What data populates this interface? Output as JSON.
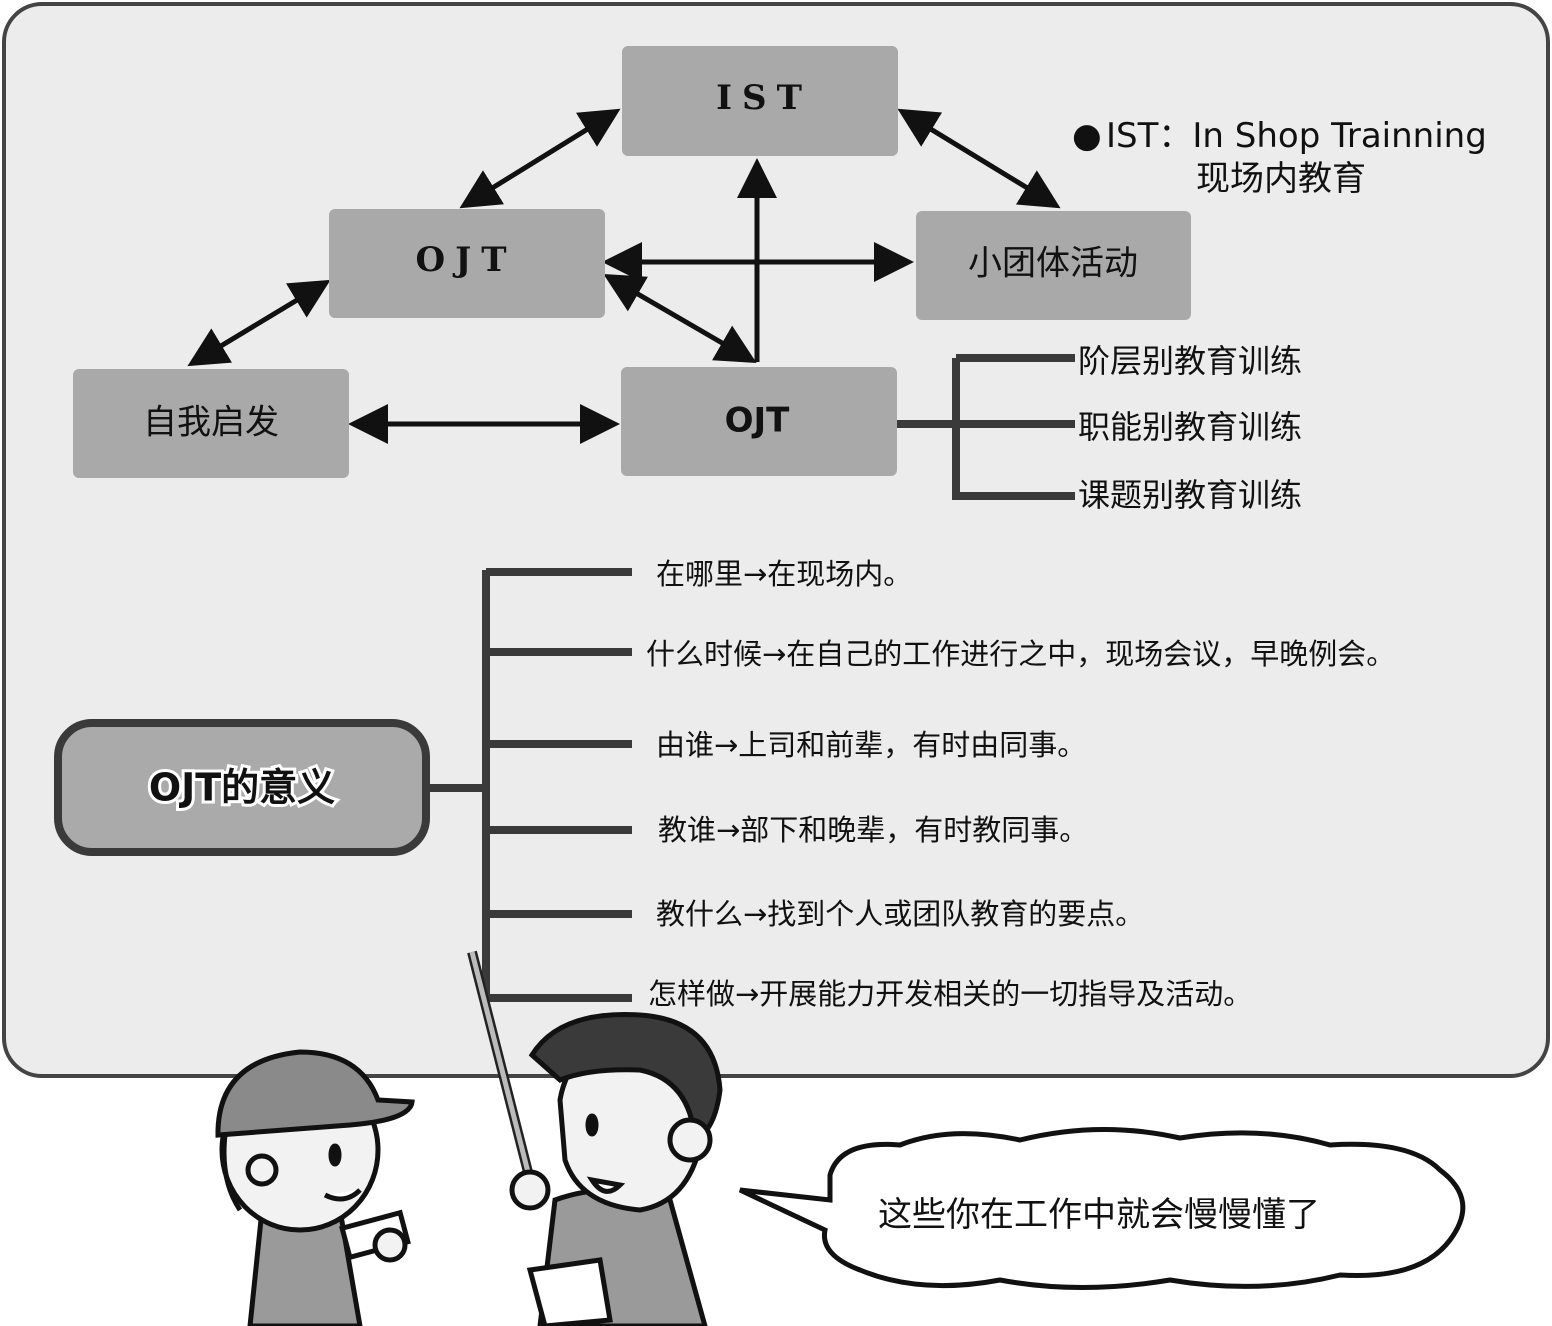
{
  "diagram": {
    "nodes": {
      "ist": "IST",
      "ojt_top": "OJT",
      "small_group": "小团体活动",
      "self_development": "自我启发",
      "offjt": "OJT"
    },
    "legend": {
      "bullet": "●",
      "line1": "IST：In Shop Trainning",
      "line2": "现场内教育"
    },
    "branches": [
      "阶层别教育训练",
      "职能别教育训练",
      "课题别教育训练"
    ],
    "meaning": {
      "title": "OJT的意义",
      "items": [
        "在哪里→在现场内。",
        "什么时候→在自己的工作进行之中，现场会议，早晚例会。",
        "由谁→上司和前辈，有时由同事。",
        "教谁→部下和晚辈，有时教同事。",
        "教什么→找到个人或团队教育的要点。",
        "怎样做→开展能力开发相关的一切指导及活动。"
      ]
    },
    "speech_bubble": "这些你在工作中就会慢慢懂了"
  }
}
